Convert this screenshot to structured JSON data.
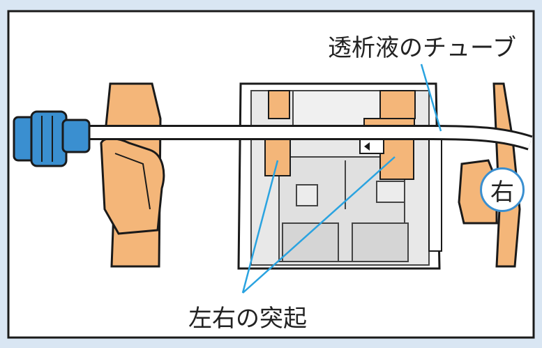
{
  "labels": {
    "tube": "透析液のチューブ",
    "bumps": "左右の突起",
    "right_side": "右"
  },
  "colors": {
    "background": "#d9e6f3",
    "panel": "#ffffff",
    "frame": "#1a1a1a",
    "orange": "#f4b679",
    "blue_connector": "#3a8fd0",
    "leader_line": "#2aa3e0",
    "machine_gray": "#e8e8e8"
  }
}
